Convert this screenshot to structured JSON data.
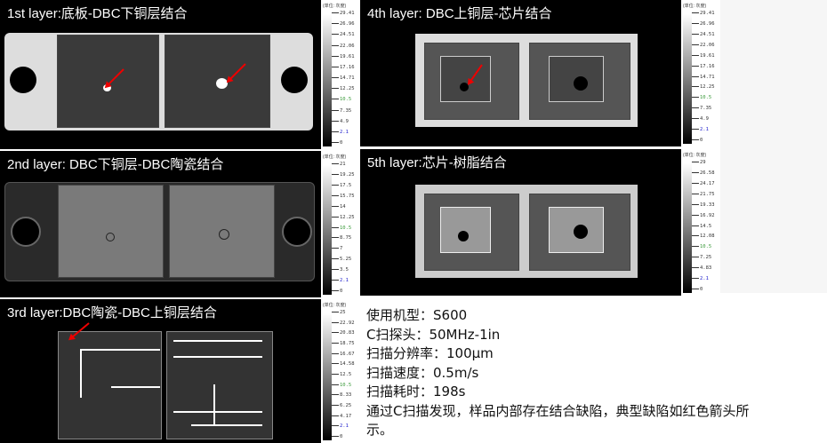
{
  "colorbar_unit": "(单位: 灰度)",
  "panels": [
    {
      "title": "1st layer:底板-DBC下铜层结合",
      "ticks": [
        "29.41",
        "26.96",
        "24.51",
        "22.06",
        "19.61",
        "17.16",
        "14.71",
        "12.25",
        "10.5",
        "7.35",
        "4.9",
        "2.1",
        "0"
      ]
    },
    {
      "title": "2nd layer: DBC下铜层-DBC陶瓷结合",
      "ticks": [
        "21",
        "19.25",
        "17.5",
        "15.75",
        "14",
        "12.25",
        "10.5",
        "8.75",
        "7",
        "5.25",
        "3.5",
        "2.1",
        "0"
      ]
    },
    {
      "title": "3rd layer:DBC陶瓷-DBC上铜层结合",
      "ticks": [
        "25",
        "22.92",
        "20.83",
        "18.75",
        "16.67",
        "14.58",
        "12.5",
        "10.5",
        "8.33",
        "6.25",
        "4.17",
        "2.1",
        "0"
      ]
    },
    {
      "title": "4th layer: DBC上铜层-芯片结合",
      "ticks": [
        "29.41",
        "26.96",
        "24.51",
        "22.06",
        "19.61",
        "17.16",
        "14.71",
        "12.25",
        "10.5",
        "7.35",
        "4.9",
        "2.1",
        "0"
      ]
    },
    {
      "title": "5th layer:芯片-树脂结合",
      "ticks": [
        "29",
        "26.58",
        "24.17",
        "21.75",
        "19.33",
        "16.92",
        "14.5",
        "12.08",
        "10.5",
        "7.25",
        "4.83",
        "2.1",
        "0"
      ]
    }
  ],
  "info": {
    "model": "使用机型：S600",
    "probe": "C扫探头：50MHz-1in",
    "resolution": "扫描分辨率：100μm",
    "speed": "扫描速度：0.5m/s",
    "time": "扫描耗时：198s",
    "conclusion_1": "通过C扫描发现，样品内部存在结合缺陷，典型缺陷如红色箭头所",
    "conclusion_2": "示。"
  },
  "colors": {
    "arrow": "#ee0000",
    "green_tick": "#3a9a3a",
    "blue_tick": "#2020cc"
  }
}
